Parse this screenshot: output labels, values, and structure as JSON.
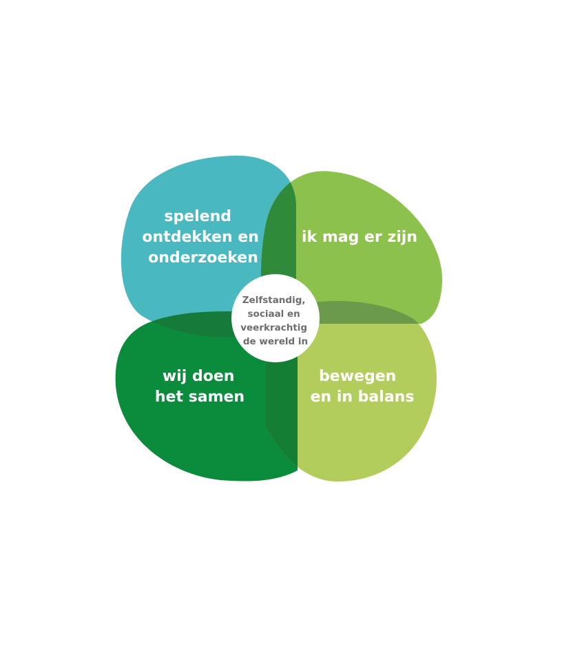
{
  "colors": {
    "background": "#ffffff",
    "petal_teal": "#4ab9bf",
    "petal_light_green": "#8cc24b",
    "petal_dark_green": "#0b8c3c",
    "petal_lime": "#b3cd5c",
    "overlap_top": "#2f8b3a",
    "overlap_left": "#167a3a",
    "overlap_right": "#6b9a4a",
    "overlap_bottom": "#157e35",
    "center_circle": "#ffffff",
    "petal_text": "#ffffff",
    "center_text": "#6d6d6d"
  },
  "petals": {
    "top_left": {
      "icon": "petal-shape",
      "lines": [
        "spelend",
        "ontdekken en",
        "onderzoeken"
      ]
    },
    "top_right": {
      "icon": "petal-shape",
      "lines": [
        "ik mag er zijn"
      ]
    },
    "bottom_left": {
      "icon": "petal-shape",
      "lines": [
        "wij doen",
        "het samen"
      ]
    },
    "bottom_right": {
      "icon": "petal-shape",
      "lines": [
        "bewegen",
        "en in balans"
      ]
    }
  },
  "center": {
    "lines": [
      "Zelfstandig,",
      "sociaal en",
      "veerkrachtig",
      "de wereld in"
    ]
  }
}
